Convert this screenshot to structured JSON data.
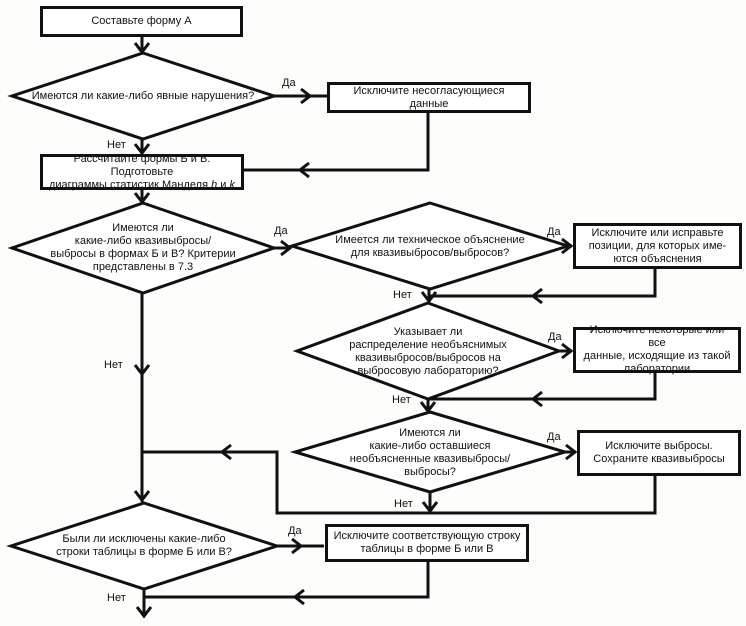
{
  "colors": {
    "line": "#111111",
    "background": "#fdfdfc",
    "node_fill": "#ffffff",
    "text": "#111111"
  },
  "edge_labels": {
    "yes": "Да",
    "no": "Нет"
  },
  "nodes": {
    "start": {
      "lines": [
        "Составьте форму А"
      ]
    },
    "obvious_violations": {
      "lines": [
        "Имеются ли какие-либо явные нарушения?"
      ]
    },
    "exclude_inconsistent": {
      "lines": [
        "Исключите несогласующиеся данные"
      ]
    },
    "calc_forms": {
      "line1": "Рассчитайте формы Б и В. Подготовьте",
      "line2_prefix": "диаграммы статистик Манделя",
      "stat_h": "h",
      "conjunction": "и",
      "stat_k": "k"
    },
    "quasi_outliers": {
      "lines": [
        "Имеются ли",
        "какие-либо квазивыбросы/",
        "выбросы в формах Б и В? Критерии",
        "представлены в 7.3"
      ]
    },
    "tech_explanation": {
      "lines": [
        "Имеется ли техническое объяснение",
        "для квазивыбросов/выбросов?"
      ]
    },
    "exclude_or_fix": {
      "lines": [
        "Исключите или исправьте",
        "позиции, для которых име-",
        "ются объяснения"
      ]
    },
    "lab_distribution": {
      "lines": [
        "Указывает ли",
        "распределение необъяснимых",
        "квазивыбросов/выбросов на",
        "выбросовую лабораторию?"
      ]
    },
    "exclude_lab_data": {
      "lines": [
        "Исключите некоторые или все",
        "данные, исходящие из такой",
        "лаборатории"
      ]
    },
    "remaining_outliers": {
      "lines": [
        "Имеются ли",
        "какие-либо оставшиеся",
        "необъясненные квазивыбросы/",
        "выбросы?"
      ]
    },
    "exclude_keep_quasi": {
      "lines": [
        "Исключите выбросы.",
        "Сохраните квазивыбросы"
      ]
    },
    "rows_excluded": {
      "lines": [
        "Были ли исключены какие-либо",
        "строки таблицы в форме Б или В?"
      ]
    },
    "exclude_row": {
      "lines": [
        "Исключите соответствующую строку",
        "таблицы в форме Б или В"
      ]
    }
  }
}
